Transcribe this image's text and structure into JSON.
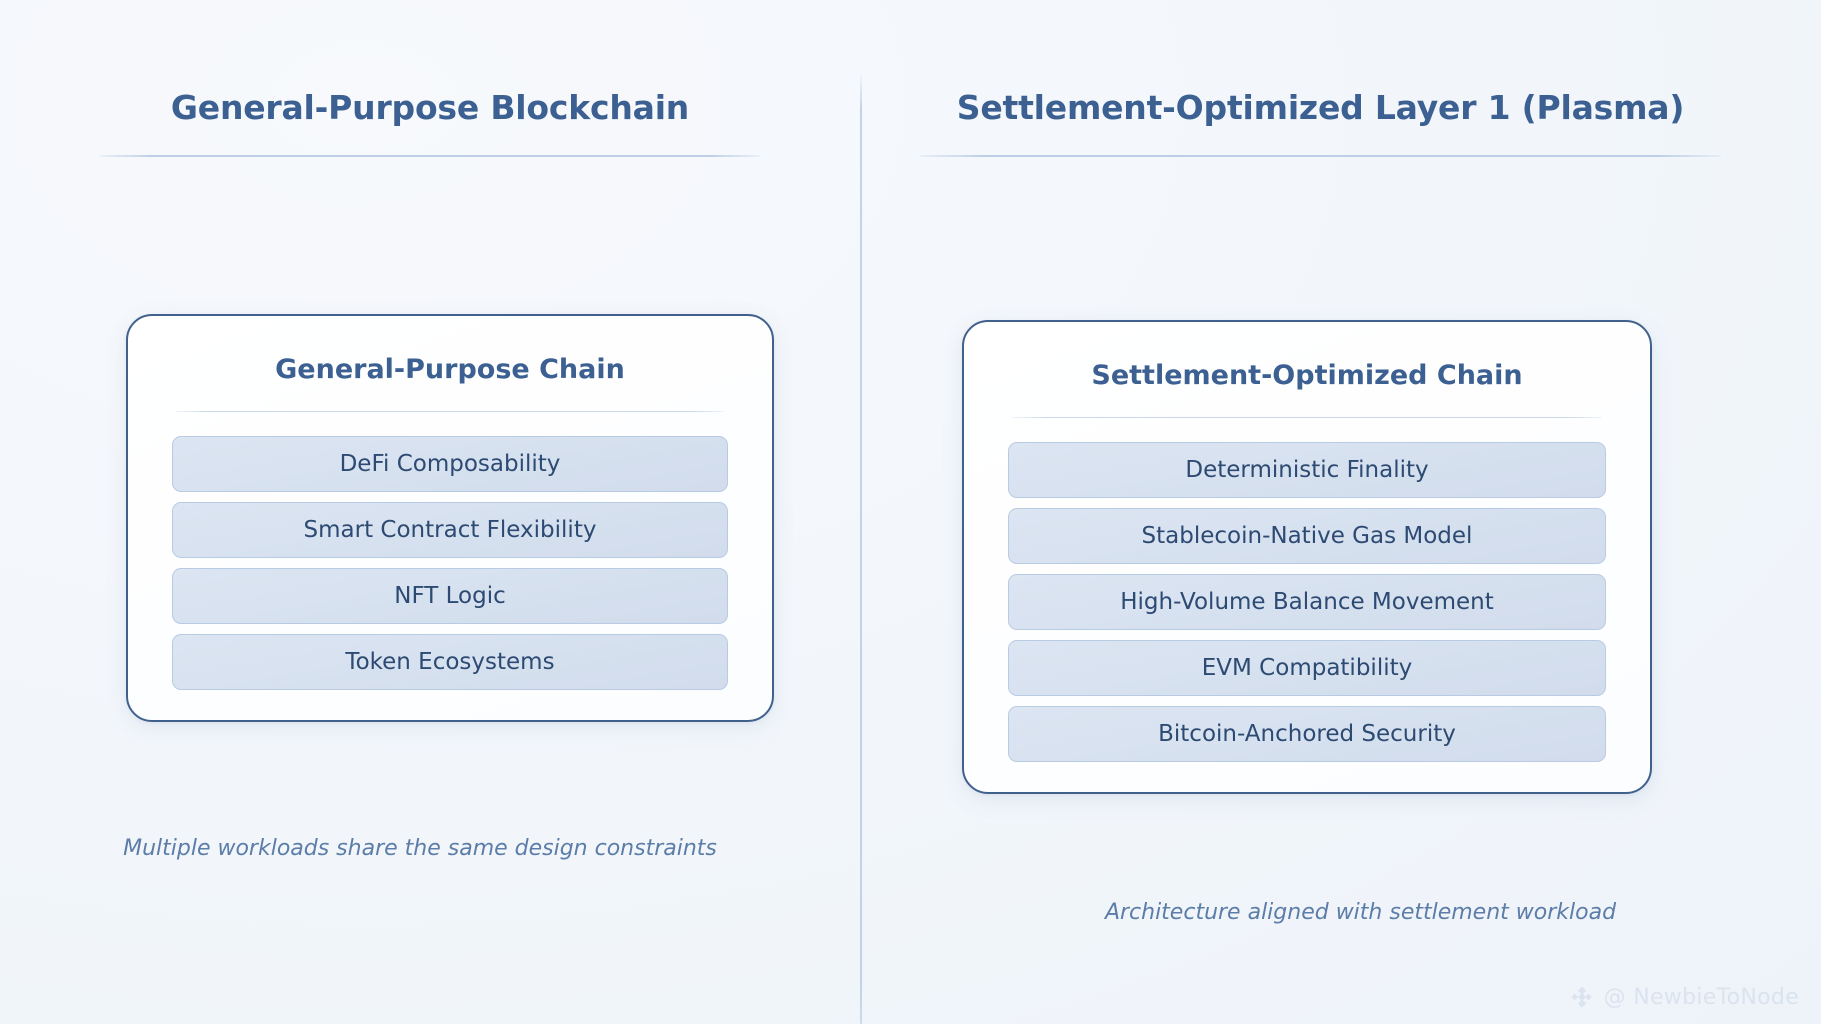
{
  "watermark": {
    "handle": "@ NewbieToNode",
    "icon": "binance-diamond-icon"
  },
  "colors": {
    "background": "#f2f6fb",
    "heading": "#3b6091",
    "card_border": "#41618d",
    "pill_fill": "#d5e0ef",
    "pill_border": "#b9cbe2",
    "pill_text": "#2d4a72",
    "caption": "#5b7da8",
    "divider": "#bed1e7",
    "watermark_text": "#c9d6e6"
  },
  "columns": [
    {
      "id": "general-purpose",
      "header": "General-Purpose Blockchain",
      "card": {
        "title": "General-Purpose Chain",
        "items": [
          "DeFi Composability",
          "Smart Contract Flexibility",
          "NFT Logic",
          "Token Ecosystems"
        ]
      },
      "caption": "Multiple workloads share the same design constraints"
    },
    {
      "id": "settlement-optimized",
      "header": "Settlement-Optimized Layer 1 (Plasma)",
      "card": {
        "title": "Settlement-Optimized Chain",
        "items": [
          "Deterministic Finality",
          "Stablecoin-Native Gas Model",
          "High-Volume Balance Movement",
          "EVM Compatibility",
          "Bitcoin-Anchored Security"
        ]
      },
      "caption": "Architecture aligned with settlement workload"
    }
  ]
}
